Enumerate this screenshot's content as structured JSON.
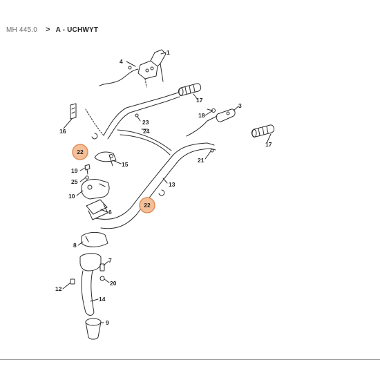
{
  "breadcrumb": {
    "model": "MH 445.0",
    "separator": ">",
    "section": "A - UCHWYT"
  },
  "colors": {
    "line": "#2b2b2b",
    "highlight_fill": "#f4c09a",
    "highlight_stroke": "#e08d55"
  },
  "parts": [
    {
      "id": "part-1",
      "label": "1"
    },
    {
      "id": "part-3",
      "label": "3"
    },
    {
      "id": "part-4",
      "label": "4"
    },
    {
      "id": "part-6",
      "label": "6"
    },
    {
      "id": "part-7",
      "label": "7"
    },
    {
      "id": "part-8",
      "label": "8"
    },
    {
      "id": "part-9",
      "label": "9"
    },
    {
      "id": "part-10",
      "label": "10"
    },
    {
      "id": "part-12",
      "label": "12"
    },
    {
      "id": "part-13",
      "label": "13"
    },
    {
      "id": "part-14",
      "label": "14"
    },
    {
      "id": "part-15",
      "label": "15"
    },
    {
      "id": "part-16",
      "label": "16"
    },
    {
      "id": "part-17a",
      "label": "17"
    },
    {
      "id": "part-17b",
      "label": "17"
    },
    {
      "id": "part-18",
      "label": "18"
    },
    {
      "id": "part-19",
      "label": "19"
    },
    {
      "id": "part-20",
      "label": "20"
    },
    {
      "id": "part-21",
      "label": "21"
    },
    {
      "id": "part-23",
      "label": "23"
    },
    {
      "id": "part-24",
      "label": "24"
    },
    {
      "id": "part-25",
      "label": "25"
    }
  ],
  "highlighted_parts": [
    {
      "id": "part-22a",
      "label": "22"
    },
    {
      "id": "part-22b",
      "label": "22"
    }
  ]
}
